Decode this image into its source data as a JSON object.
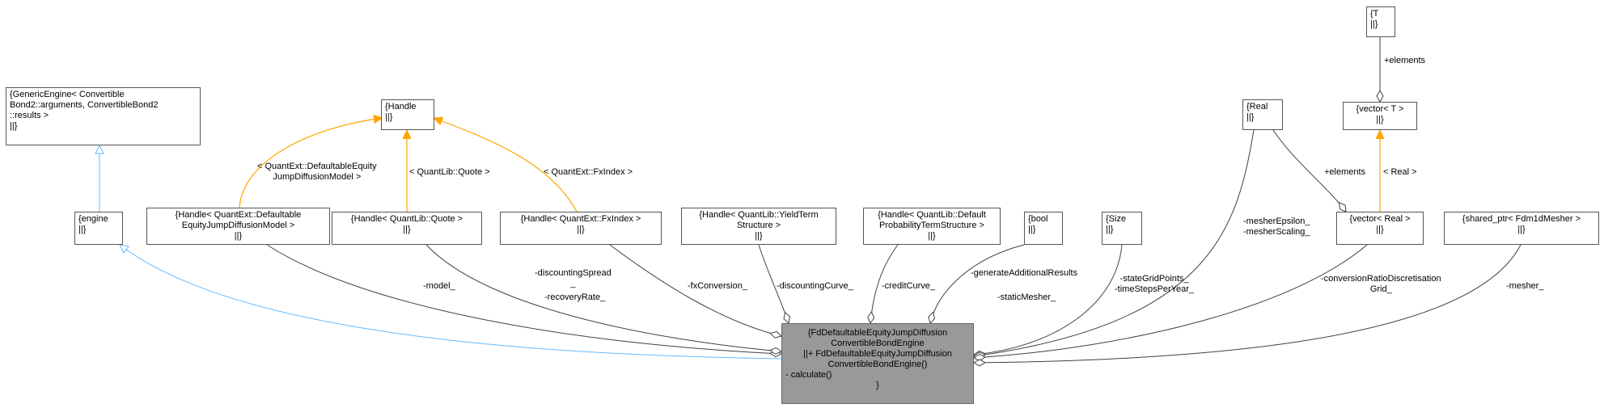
{
  "colors": {
    "inheritance": "#63b8ff",
    "template": "#ffa500",
    "association": "#404040",
    "main_fill": "#999999"
  },
  "nodes": {
    "generic_engine": [
      "{GenericEngine< Convertible",
      "Bond2::arguments, ConvertibleBond2",
      "::results >",
      "||}"
    ],
    "engine": [
      "{engine",
      "||}"
    ],
    "handle": [
      "{Handle",
      "||}"
    ],
    "handle_model": [
      "{Handle< QuantExt::Defaultable",
      "EquityJumpDiffusionModel >",
      "||}"
    ],
    "handle_quote": [
      "{Handle< QuantLib::Quote >",
      "||}"
    ],
    "handle_fxindex": [
      "{Handle< QuantExt::FxIndex >",
      "||}"
    ],
    "handle_yts": [
      "{Handle< QuantLib::YieldTerm",
      "Structure >",
      "||}"
    ],
    "handle_dpts": [
      "{Handle< QuantLib::Default",
      "ProbabilityTermStructure >",
      "||}"
    ],
    "bool": [
      "{bool",
      "||}"
    ],
    "size": [
      "{Size",
      "||}"
    ],
    "real": [
      "{Real",
      "||}"
    ],
    "t": [
      "{T",
      "||}"
    ],
    "vector_t": [
      "{vector< T >",
      "||}"
    ],
    "vector_real": [
      "{vector< Real >",
      "||}"
    ],
    "shared_ptr_mesher": [
      "{shared_ptr< Fdm1dMesher >",
      "||}"
    ],
    "main": [
      "{FdDefaultableEquityJumpDiffusion",
      "ConvertibleBondEngine",
      "||+ FdDefaultableEquityJumpDiffusion",
      "ConvertibleBondEngine()",
      "- calculate()",
      "}"
    ]
  },
  "labels": {
    "tpl_model": [
      "< QuantExt::DefaultableEquity",
      "JumpDiffusionModel >"
    ],
    "tpl_quote": "< QuantLib::Quote >",
    "tpl_fxindex": "< QuantExt::FxIndex >",
    "tpl_real": "< Real >",
    "elements_top": "+elements",
    "elements_real": "+elements",
    "model": "-model_",
    "discounting_spread": [
      "-discountingSpread",
      "_"
    ],
    "recovery_rate": "-recoveryRate_",
    "fx_conversion": "-fxConversion_",
    "discounting_curve": "-discountingCurve_",
    "credit_curve": "-creditCurve_",
    "generate_additional": "-generateAdditionalResults",
    "static_mesher": "-staticMesher_",
    "state_grid": [
      "-stateGridPoints_",
      "-timeStepsPerYear_"
    ],
    "mesher_eps": [
      "-mesherEpsilon_",
      "-mesherScaling_"
    ],
    "conversion_ratio": [
      "-conversionRatioDiscretisation",
      "Grid_"
    ],
    "mesher": "-mesher_"
  }
}
